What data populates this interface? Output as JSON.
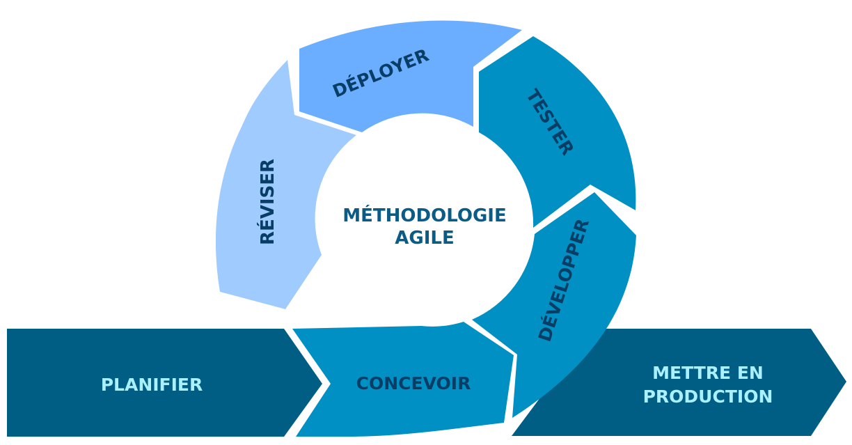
{
  "center": {
    "line1": "MÉTHODOLOGIE",
    "line2": "AGILE"
  },
  "stages": {
    "plan": "PLANIFIER",
    "design": "CONCEVOIR",
    "develop": "DÉVELOPPER",
    "test": "TESTER",
    "deploy": "DÉPLOYER",
    "review": "RÉVISER"
  },
  "release": {
    "line1": "METTRE EN",
    "line2": "PRODUCTION"
  },
  "colors": {
    "banner": "#005E85",
    "banner_text": "#ABF0FF",
    "ring_dark": "#0090C3",
    "ring_mid": "#6BAEFF",
    "ring_light": "#A0CBFF",
    "ring_text": "#083E66",
    "center_text": "#0A5C86"
  }
}
